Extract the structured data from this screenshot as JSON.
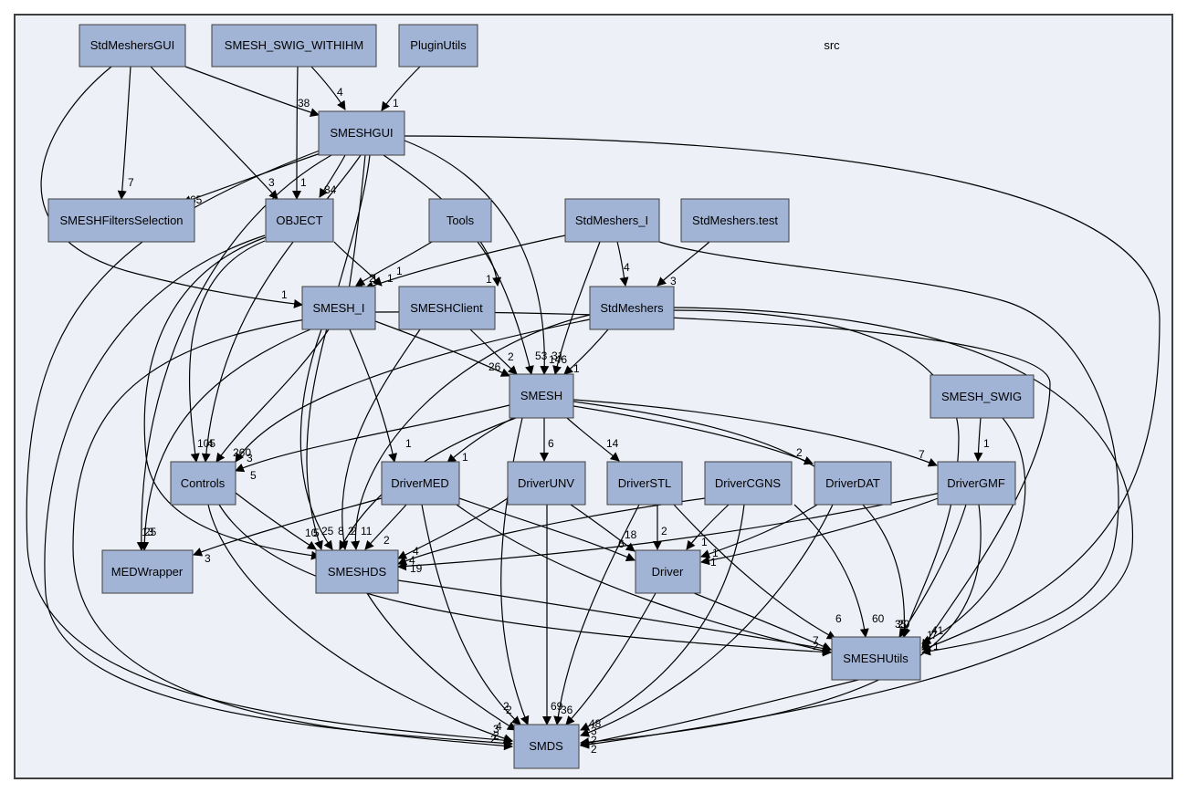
{
  "cluster": {
    "label": "src"
  },
  "nodes": [
    {
      "id": "StdMeshersGUI",
      "label": "StdMeshersGUI"
    },
    {
      "id": "SMESH_SWIG_WITHIHM",
      "label": "SMESH_SWIG_WITHIHM"
    },
    {
      "id": "PluginUtils",
      "label": "PluginUtils"
    },
    {
      "id": "SMESHGUI",
      "label": "SMESHGUI"
    },
    {
      "id": "SMESHFiltersSelection",
      "label": "SMESHFiltersSelection"
    },
    {
      "id": "OBJECT",
      "label": "OBJECT"
    },
    {
      "id": "Tools",
      "label": "Tools"
    },
    {
      "id": "StdMeshers_I",
      "label": "StdMeshers_I"
    },
    {
      "id": "StdMeshers_test",
      "label": "StdMeshers.test"
    },
    {
      "id": "SMESH_I",
      "label": "SMESH_I"
    },
    {
      "id": "SMESHClient",
      "label": "SMESHClient"
    },
    {
      "id": "StdMeshers",
      "label": "StdMeshers"
    },
    {
      "id": "SMESH",
      "label": "SMESH"
    },
    {
      "id": "SMESH_SWIG",
      "label": "SMESH_SWIG"
    },
    {
      "id": "Controls",
      "label": "Controls"
    },
    {
      "id": "DriverMED",
      "label": "DriverMED"
    },
    {
      "id": "DriverUNV",
      "label": "DriverUNV"
    },
    {
      "id": "DriverSTL",
      "label": "DriverSTL"
    },
    {
      "id": "DriverCGNS",
      "label": "DriverCGNS"
    },
    {
      "id": "DriverDAT",
      "label": "DriverDAT"
    },
    {
      "id": "DriverGMF",
      "label": "DriverGMF"
    },
    {
      "id": "MEDWrapper",
      "label": "MEDWrapper"
    },
    {
      "id": "SMESHDS",
      "label": "SMESHDS"
    },
    {
      "id": "Driver",
      "label": "Driver"
    },
    {
      "id": "SMESHUtils",
      "label": "SMESHUtils"
    },
    {
      "id": "SMDS",
      "label": "SMDS"
    }
  ],
  "edges": [
    {
      "id": "e1",
      "label": "38"
    },
    {
      "id": "e2",
      "label": "7"
    },
    {
      "id": "e3",
      "label": "3"
    },
    {
      "id": "e4",
      "label": "1"
    },
    {
      "id": "e5",
      "label": "4"
    },
    {
      "id": "e6",
      "label": "1"
    },
    {
      "id": "e7",
      "label": "1"
    },
    {
      "id": "e8",
      "label": "65"
    },
    {
      "id": "e9",
      "label": "84"
    },
    {
      "id": "e10",
      "label": "2"
    },
    {
      "id": "e11",
      "label": "1"
    },
    {
      "id": "e12",
      "label": "146"
    },
    {
      "id": "e13",
      "label": "13"
    },
    {
      "id": "e14",
      "label": "4"
    },
    {
      "id": "e15",
      "label": "25"
    },
    {
      "id": "e16",
      "label": "1"
    },
    {
      "id": "e17",
      "label": "3"
    },
    {
      "id": "e18",
      "label": "1"
    },
    {
      "id": "e19",
      "label": "105"
    },
    {
      "id": "e20",
      "label": "5"
    },
    {
      "id": "e21",
      "label": "2"
    },
    {
      "id": "e22",
      "label": "1"
    },
    {
      "id": "e23",
      "label": "53"
    },
    {
      "id": "e24",
      "label": "4"
    },
    {
      "id": "e25",
      "label": "1"
    },
    {
      "id": "e26",
      "label": "31"
    },
    {
      "id": "e27",
      "label": "7"
    },
    {
      "id": "e28",
      "label": "3"
    },
    {
      "id": "e29",
      "label": "26"
    },
    {
      "id": "e30",
      "label": "1"
    },
    {
      "id": "e31",
      "label": "260"
    },
    {
      "id": "e32",
      "label": "8"
    },
    {
      "id": "e33",
      "label": "25"
    },
    {
      "id": "e34",
      "label": "1"
    },
    {
      "id": "e35",
      "label": "2"
    },
    {
      "id": "e36",
      "label": "2"
    },
    {
      "id": "e37",
      "label": "2"
    },
    {
      "id": "e38",
      "label": "1"
    },
    {
      "id": "e39",
      "label": "3"
    },
    {
      "id": "e40",
      "label": "11"
    },
    {
      "id": "e41",
      "label": "20"
    },
    {
      "id": "e42",
      "label": "2"
    },
    {
      "id": "e43",
      "label": "1"
    },
    {
      "id": "e44",
      "label": "41"
    },
    {
      "id": "e45",
      "label": "5"
    },
    {
      "id": "e46",
      "label": "1"
    },
    {
      "id": "e47",
      "label": "6"
    },
    {
      "id": "e48",
      "label": "14"
    },
    {
      "id": "e49",
      "label": "2"
    },
    {
      "id": "e50",
      "label": "7"
    },
    {
      "id": "e51",
      "label": "3"
    },
    {
      "id": "e52",
      "label": "2"
    },
    {
      "id": "e53",
      "label": "2"
    },
    {
      "id": "e54",
      "label": "10"
    },
    {
      "id": "e55",
      "label": "2"
    },
    {
      "id": "e56",
      "label": "4"
    },
    {
      "id": "e57",
      "label": "3"
    },
    {
      "id": "e58",
      "label": "2"
    },
    {
      "id": "e59",
      "label": "6"
    },
    {
      "id": "e60",
      "label": "7"
    },
    {
      "id": "e61",
      "label": "2"
    },
    {
      "id": "e62",
      "label": "4"
    },
    {
      "id": "e63",
      "label": "18"
    },
    {
      "id": "e64",
      "label": "69"
    },
    {
      "id": "e65",
      "label": "2"
    },
    {
      "id": "e66",
      "label": "6"
    },
    {
      "id": "e67",
      "label": "36"
    },
    {
      "id": "e68",
      "label": "1"
    },
    {
      "id": "e69",
      "label": "19"
    },
    {
      "id": "e70",
      "label": "60"
    },
    {
      "id": "e71",
      "label": "48"
    },
    {
      "id": "e72",
      "label": "1"
    },
    {
      "id": "e73",
      "label": "3"
    },
    {
      "id": "e74",
      "label": "1"
    },
    {
      "id": "e75",
      "label": "4"
    },
    {
      "id": "e76",
      "label": "5"
    },
    {
      "id": "e77",
      "label": "2"
    }
  ],
  "colors": {
    "cluster_fill": "#edf0f7",
    "cluster_border": "#404040",
    "node_fill": "#a2b4d6",
    "node_border": "#404040",
    "edge": "#000000"
  }
}
